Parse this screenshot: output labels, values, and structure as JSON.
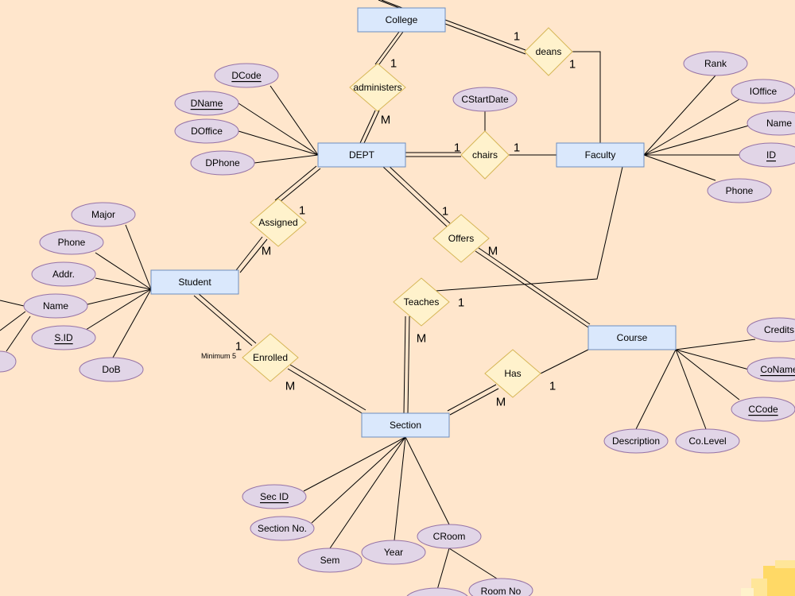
{
  "colors": {
    "background": "#FFE6CC",
    "entity_fill": "#DAE8FC",
    "entity_stroke": "#6C8EBF",
    "relationship_fill": "#FFF2CC",
    "relationship_stroke": "#D6B656",
    "attribute_fill": "#E1D5E7",
    "attribute_stroke": "#9673A6",
    "line": "#000000",
    "accent_blob": "#FFD966"
  },
  "entities": {
    "college": "College",
    "dept": "DEPT",
    "faculty": "Faculty",
    "student": "Student",
    "course": "Course",
    "section": "Section"
  },
  "relationships": {
    "administers": "administers",
    "deans": "deans",
    "chairs": "chairs",
    "assigned": "Assigned",
    "offers": "Offers",
    "teaches": "Teaches",
    "enrolled": "Enrolled",
    "has": "Has"
  },
  "attributes": {
    "dcode": "DCode",
    "dname": "DName",
    "doffice": "DOffice",
    "dphone": "DPhone",
    "cstartdate": "CStartDate",
    "rank": "Rank",
    "ioffice": "IOffice",
    "fac_name": "Name",
    "fac_id": "ID",
    "fac_phone": "Phone",
    "major": "Major",
    "stu_phone": "Phone",
    "addr": "Addr.",
    "stu_name": "Name",
    "sid": "S.ID",
    "dob": "DoB",
    "credits": "Credits",
    "coname": "CoName",
    "ccode": "CCode",
    "description": "Description",
    "colevel": "Co.Level",
    "secid": "Sec ID",
    "secno": "Section No.",
    "sem": "Sem",
    "year": "Year",
    "croom": "CRoom",
    "roomno": "Room No"
  },
  "cardinalities": {
    "administers_college": "1",
    "administers_dept": "M",
    "deans_college": "1",
    "deans_faculty": "1",
    "chairs_dept": "1",
    "chairs_faculty": "1",
    "assigned_dept": "1",
    "assigned_student": "M",
    "offers_dept": "1",
    "offers_course": "M",
    "teaches_faculty": "1",
    "teaches_section": "M",
    "enrolled_student": "1",
    "enrolled_section": "M",
    "has_course": "1",
    "has_section": "M"
  },
  "notes": {
    "enrolled_min": "Minimum 5"
  }
}
